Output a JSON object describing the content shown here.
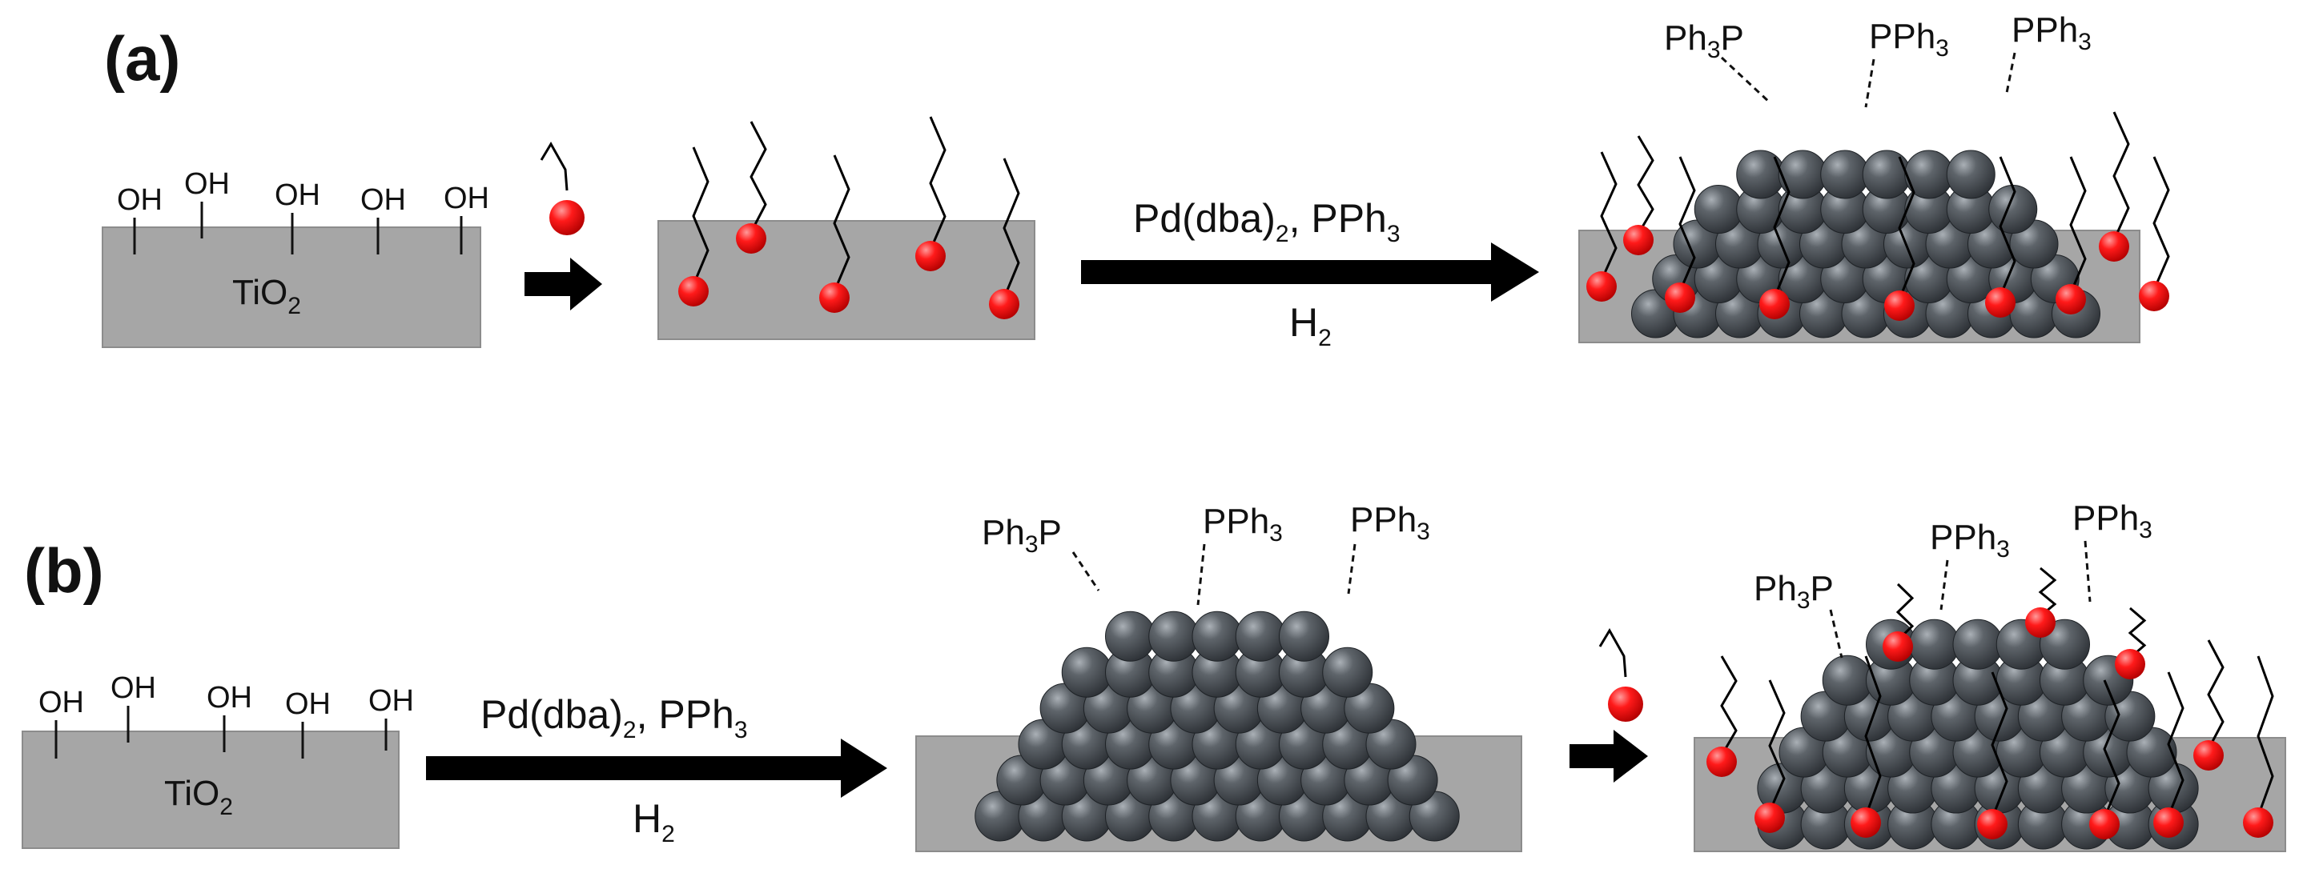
{
  "panel_a": {
    "label": "(a)",
    "oh_groups": [
      "OH",
      "OH",
      "OH",
      "OH",
      "OH"
    ],
    "support": {
      "main": "TiO",
      "sub": "2"
    },
    "reagent": {
      "line1_main": "Pd(dba)",
      "line1_sub": "2",
      "line1_rest": ", PPh",
      "line1_sub2": "3",
      "line2_main": "H",
      "line2_sub": "2"
    },
    "ligands": [
      {
        "main": "Ph",
        "sub": "3",
        "rest": "P"
      },
      {
        "main": "PPh",
        "sub": "3",
        "rest": ""
      },
      {
        "main": "PPh",
        "sub": "3",
        "rest": ""
      }
    ]
  },
  "panel_b": {
    "label": "(b)",
    "oh_groups": [
      "OH",
      "OH",
      "OH",
      "OH",
      "OH"
    ],
    "support": {
      "main": "TiO",
      "sub": "2"
    },
    "reagent": {
      "line1_main": "Pd(dba)",
      "line1_sub": "2",
      "line1_rest": ", PPh",
      "line1_sub2": "3",
      "line2_main": "H",
      "line2_sub": "2"
    },
    "ligands_middle": [
      {
        "main": "Ph",
        "sub": "3",
        "rest": "P"
      },
      {
        "main": "PPh",
        "sub": "3",
        "rest": ""
      },
      {
        "main": "PPh",
        "sub": "3",
        "rest": ""
      }
    ],
    "ligands_final": [
      {
        "main": "Ph",
        "sub": "3",
        "rest": "P"
      },
      {
        "main": "PPh",
        "sub": "3",
        "rest": ""
      },
      {
        "main": "PPh",
        "sub": "3",
        "rest": ""
      }
    ]
  },
  "colors": {
    "substrate": "#a6a6a6",
    "substrate_edge": "#8c8c8c",
    "nanoparticle": "#4a4f55",
    "nanoparticle_highlight": "#9aa1a8",
    "headgroup": "#ff1a1a",
    "arrow": "#000000",
    "chain": "#000000"
  },
  "icons": [
    "silane-molecule-icon",
    "pd-nanoparticle-icon",
    "reaction-arrow-icon"
  ]
}
